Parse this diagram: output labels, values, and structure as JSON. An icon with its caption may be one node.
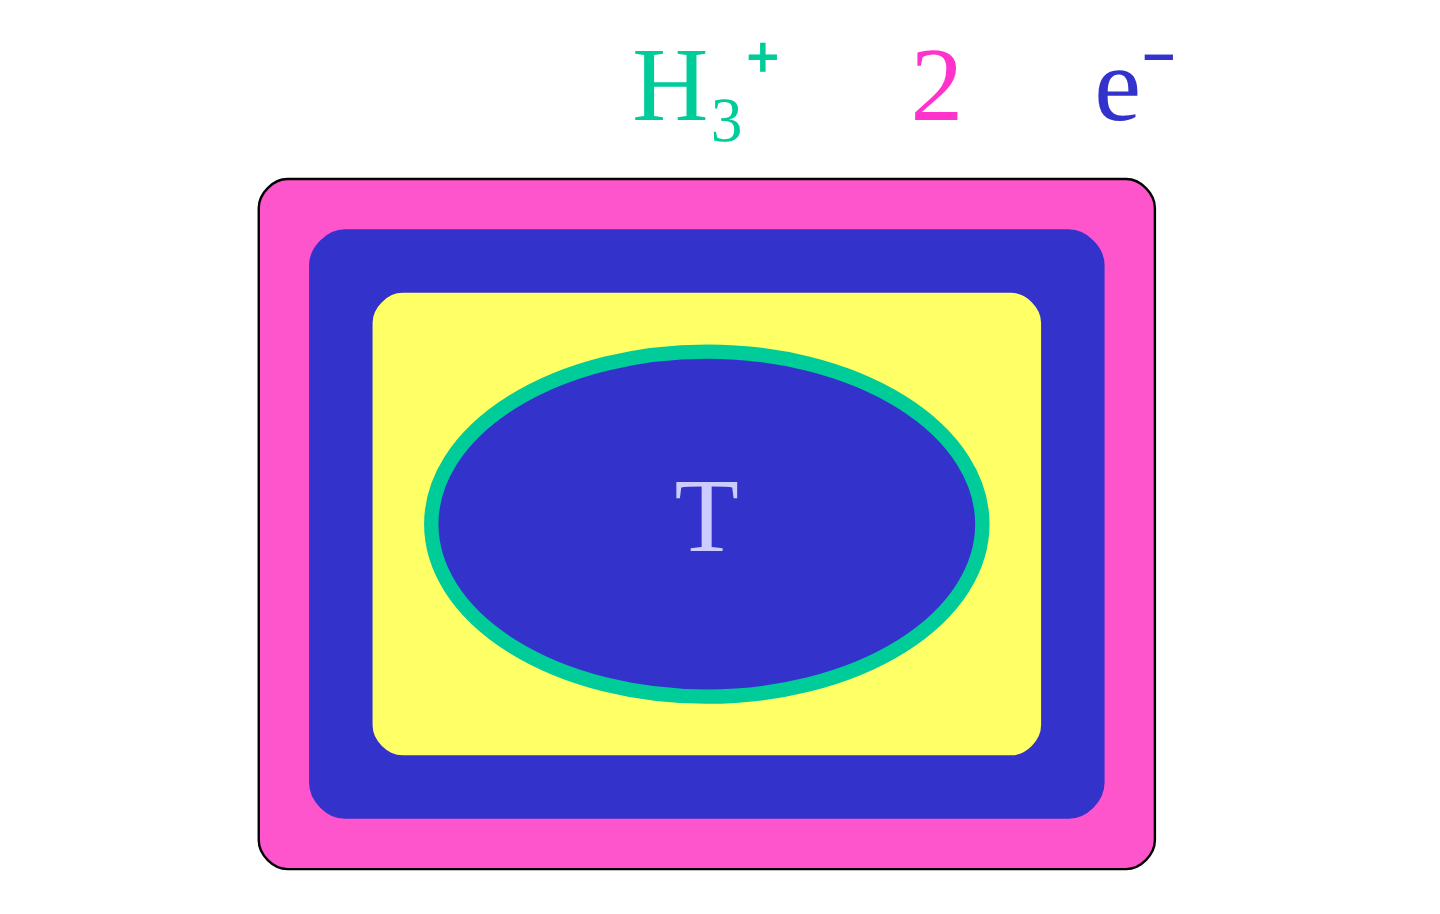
{
  "diagram": {
    "nodes": [
      {
        "text": [],
        "shape": "ellipse"
      },
      {
        "text": [],
        "shape": "ellipse",
        "in": 0
      },
      {
        "text": [],
        "shape": "ellipse",
        "in": 1
      },
      {
        "text": [
          "T"
        ],
        "in": 2
      }
    ],
    "labels": [
      "H₃⁺",
      "2",
      "e⁻"
    ]
  }
}
